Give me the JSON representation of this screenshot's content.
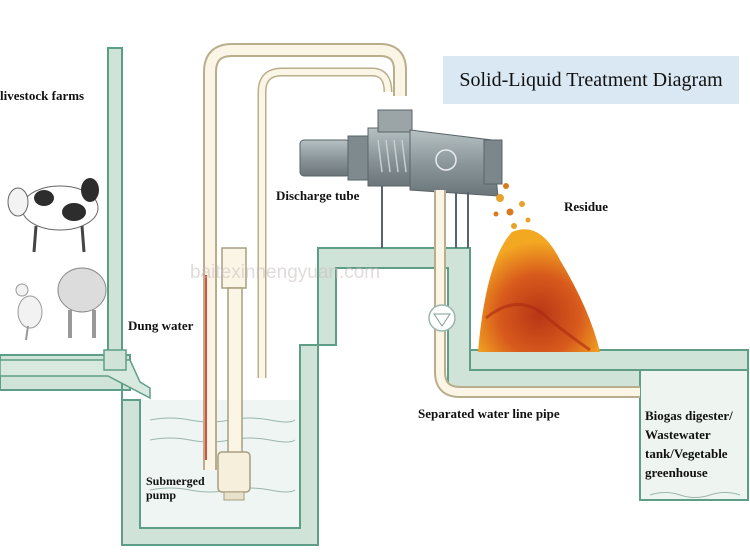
{
  "title": "Solid-Liquid Treatment Diagram",
  "labels": {
    "livestock": "livestock farms",
    "dung_water": "Dung water",
    "discharge_tube": "Discharge tube",
    "residue": "Residue",
    "separated_pipe": "Separated water line pipe",
    "submerged_line1": "Submerged",
    "submerged_line2": "pump",
    "biogas_line1": "Biogas digester/",
    "biogas_line2": "Wastewater",
    "biogas_line3": "tank/Vegetable",
    "biogas_line4": "greenhouse"
  },
  "watermark": "baitexinnengyuan.com",
  "colors": {
    "tank_fill": "#cfe3d8",
    "tank_stroke": "#5f9e86",
    "pipe_fill": "#fbf5e6",
    "pipe_stroke": "#b9ad8c",
    "machine": "#8f9a9e",
    "residue_dark": "#c8481b",
    "residue_light": "#f0a420",
    "title_bg": "#d9e8f2"
  }
}
